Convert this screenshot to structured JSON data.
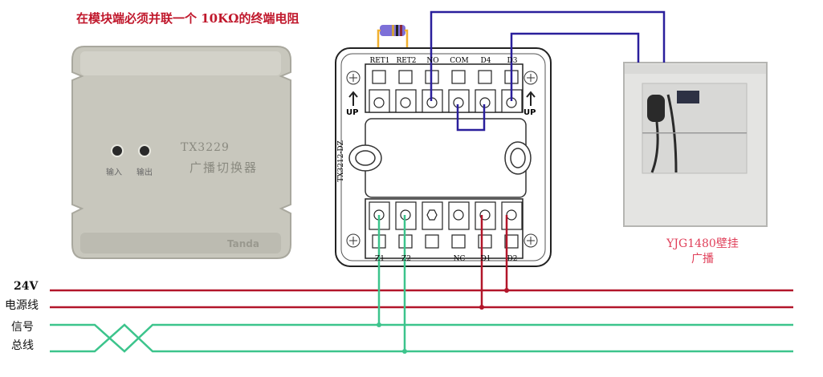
{
  "title": "在模块端必须并联一个 10KΩ的终端电阻",
  "switcher": {
    "model": "TX3229",
    "name": "广播切换器",
    "input_label": "输入",
    "output_label": "输出",
    "brand": "Tanda"
  },
  "module": {
    "model_label": "TX3212-DZ",
    "up_label": "UP",
    "top_terminals": [
      "RET1",
      "RET2",
      "NO",
      "COM",
      "D4",
      "D3"
    ],
    "bottom_terminals": [
      "Z1",
      "Z2",
      "",
      "NC",
      "D1",
      "D2"
    ]
  },
  "controller": {
    "label_line1": "YJG1480壁挂",
    "label_line2": "广播"
  },
  "legend": {
    "power_voltage": "24V",
    "power_label": "电源线",
    "signal_label_1": "信号",
    "signal_label_2": "总线"
  },
  "colors": {
    "power_line": "#b2162a",
    "signal_line": "#3cc48c",
    "broadcast_line": "#2a1f9c",
    "resistor_lead": "#f0b030",
    "title": "#c0182c"
  }
}
